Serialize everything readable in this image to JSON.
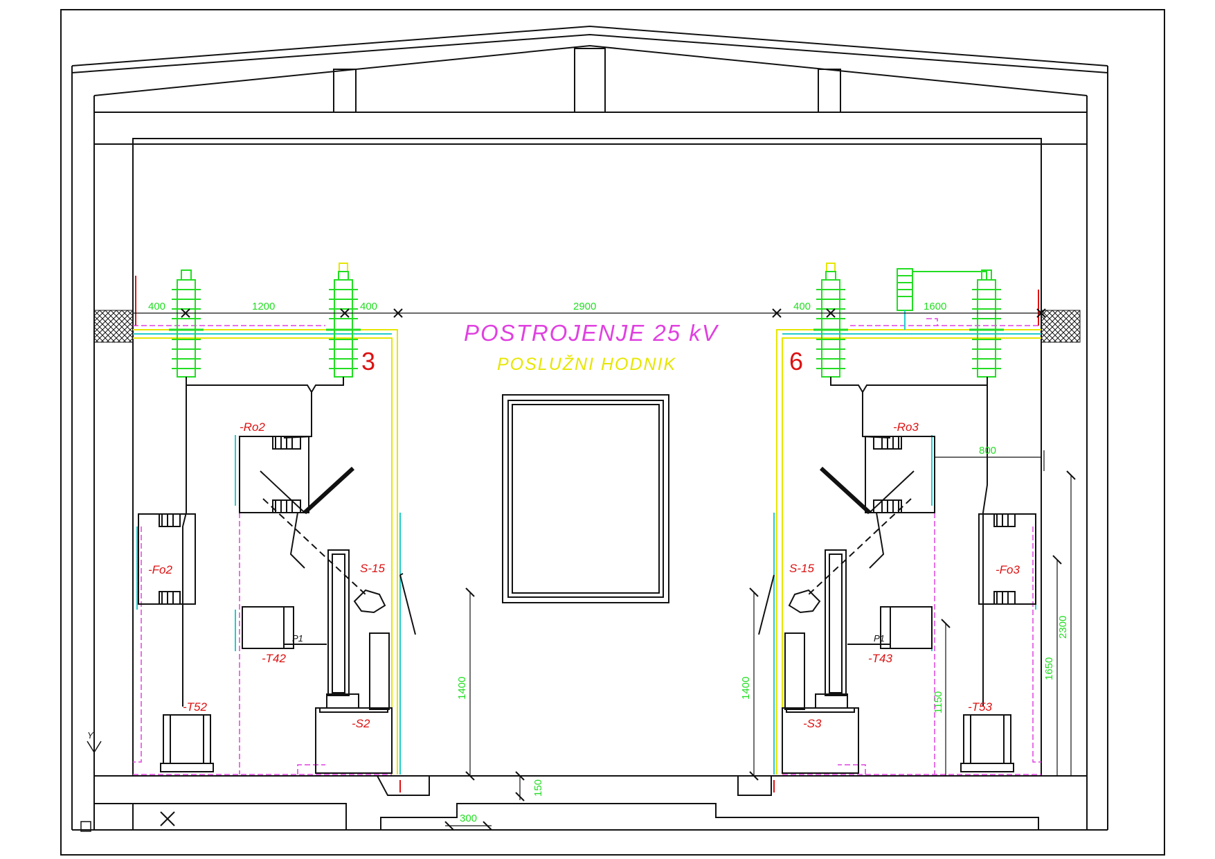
{
  "title": "POSTROJENJE 25 kV",
  "subtitle": "POSLUŽNI HODNIK",
  "bay_numbers": {
    "left": "3",
    "right": "6"
  },
  "colors": {
    "structure": "#111111",
    "equipment_green": "#22dd22",
    "cable_yellow": "#e6e600",
    "cyan": "#22cccc",
    "grounding_magenta": "#e040e0",
    "label_red": "#dd1111"
  },
  "dimensions": {
    "d400_a": "400",
    "d1200": "1200",
    "d400_b": "400",
    "d2900": "2900",
    "d400_c": "400",
    "d1600": "1600",
    "d800": "800",
    "d1400_left": "1400",
    "d1400_right": "1400",
    "d150": "150",
    "d300": "300",
    "d1150": "1150",
    "d1650": "1650",
    "d2300": "2300"
  },
  "labels": {
    "ro2": "-Ro2",
    "ro3": "-Ro3",
    "fo2": "-Fo2",
    "fo3": "-Fo3",
    "s15_left": "S-15",
    "s15_right": "S-15",
    "t42": "-T42",
    "t43": "-T43",
    "t52": "-T52",
    "t53": "-T53",
    "s2": "-S2",
    "s3": "-S3",
    "p1_left": "P1",
    "p1_right": "P1"
  },
  "axis": {
    "y": "Y"
  }
}
